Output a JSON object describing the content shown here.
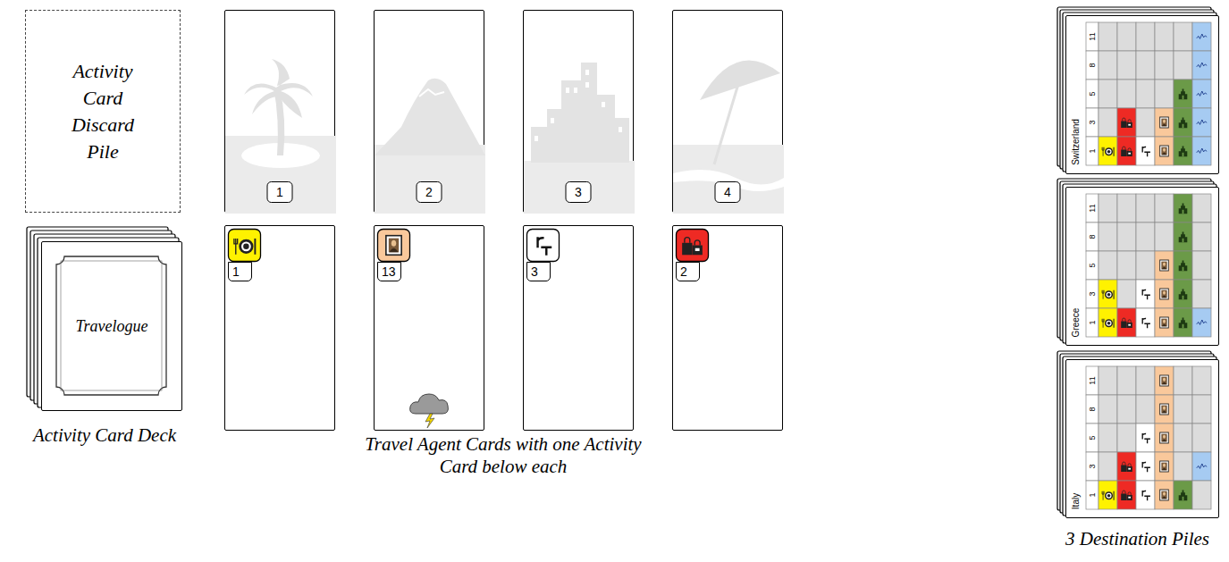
{
  "diagram": {
    "nodes": [
      {
        "text": [
          "Activity Card Discard Pile"
        ]
      },
      {
        "text": [
          "1"
        ]
      },
      {
        "text": [
          "2"
        ]
      },
      {
        "text": [
          "3"
        ]
      },
      {
        "text": [
          "4"
        ]
      },
      {
        "text": [
          "Switzerland",
          "11",
          "8",
          "5",
          "3",
          "1"
        ]
      },
      {
        "text": [
          "Travelogue"
        ]
      },
      {
        "text": [
          "1"
        ]
      },
      {
        "text": [
          "13"
        ]
      },
      {
        "text": [
          "3"
        ]
      },
      {
        "text": [
          "2"
        ]
      },
      {
        "text": [
          "Greece",
          "11",
          "8",
          "5",
          "3",
          "1"
        ]
      },
      {
        "text": [
          "Italy",
          "11",
          "8",
          "5",
          "3",
          "1"
        ]
      }
    ],
    "labels": [
      "Activity Card Deck",
      "Travel Agent Cards with one Activity Card below each",
      "3 Destination Piles"
    ]
  }
}
